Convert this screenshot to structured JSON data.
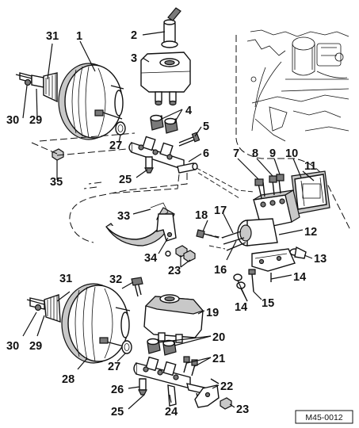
{
  "diagram": {
    "reference_code": "M45-0012",
    "callouts": [
      {
        "id": "1",
        "text": "1"
      },
      {
        "id": "2",
        "text": "2"
      },
      {
        "id": "3",
        "text": "3"
      },
      {
        "id": "4",
        "text": "4"
      },
      {
        "id": "5",
        "text": "5"
      },
      {
        "id": "6",
        "text": "6"
      },
      {
        "id": "7",
        "text": "7"
      },
      {
        "id": "8",
        "text": "8"
      },
      {
        "id": "9",
        "text": "9"
      },
      {
        "id": "10",
        "text": "10"
      },
      {
        "id": "11",
        "text": "11"
      },
      {
        "id": "12",
        "text": "12"
      },
      {
        "id": "13",
        "text": "13"
      },
      {
        "id": "14a",
        "text": "14"
      },
      {
        "id": "14b",
        "text": "14"
      },
      {
        "id": "15",
        "text": "15"
      },
      {
        "id": "16",
        "text": "16"
      },
      {
        "id": "17",
        "text": "17"
      },
      {
        "id": "18",
        "text": "18"
      },
      {
        "id": "19",
        "text": "19"
      },
      {
        "id": "20",
        "text": "20"
      },
      {
        "id": "21",
        "text": "21"
      },
      {
        "id": "22",
        "text": "22"
      },
      {
        "id": "23a",
        "text": "23"
      },
      {
        "id": "23b",
        "text": "23"
      },
      {
        "id": "24",
        "text": "24"
      },
      {
        "id": "25a",
        "text": "25"
      },
      {
        "id": "25b",
        "text": "25"
      },
      {
        "id": "26",
        "text": "26"
      },
      {
        "id": "27a",
        "text": "27"
      },
      {
        "id": "27b",
        "text": "27"
      },
      {
        "id": "28",
        "text": "28"
      },
      {
        "id": "29a",
        "text": "29"
      },
      {
        "id": "29b",
        "text": "29"
      },
      {
        "id": "30a",
        "text": "30"
      },
      {
        "id": "30b",
        "text": "30"
      },
      {
        "id": "31a",
        "text": "31"
      },
      {
        "id": "31b",
        "text": "31"
      },
      {
        "id": "32",
        "text": "32"
      },
      {
        "id": "33",
        "text": "33"
      },
      {
        "id": "34",
        "text": "34"
      },
      {
        "id": "35",
        "text": "35"
      }
    ]
  }
}
